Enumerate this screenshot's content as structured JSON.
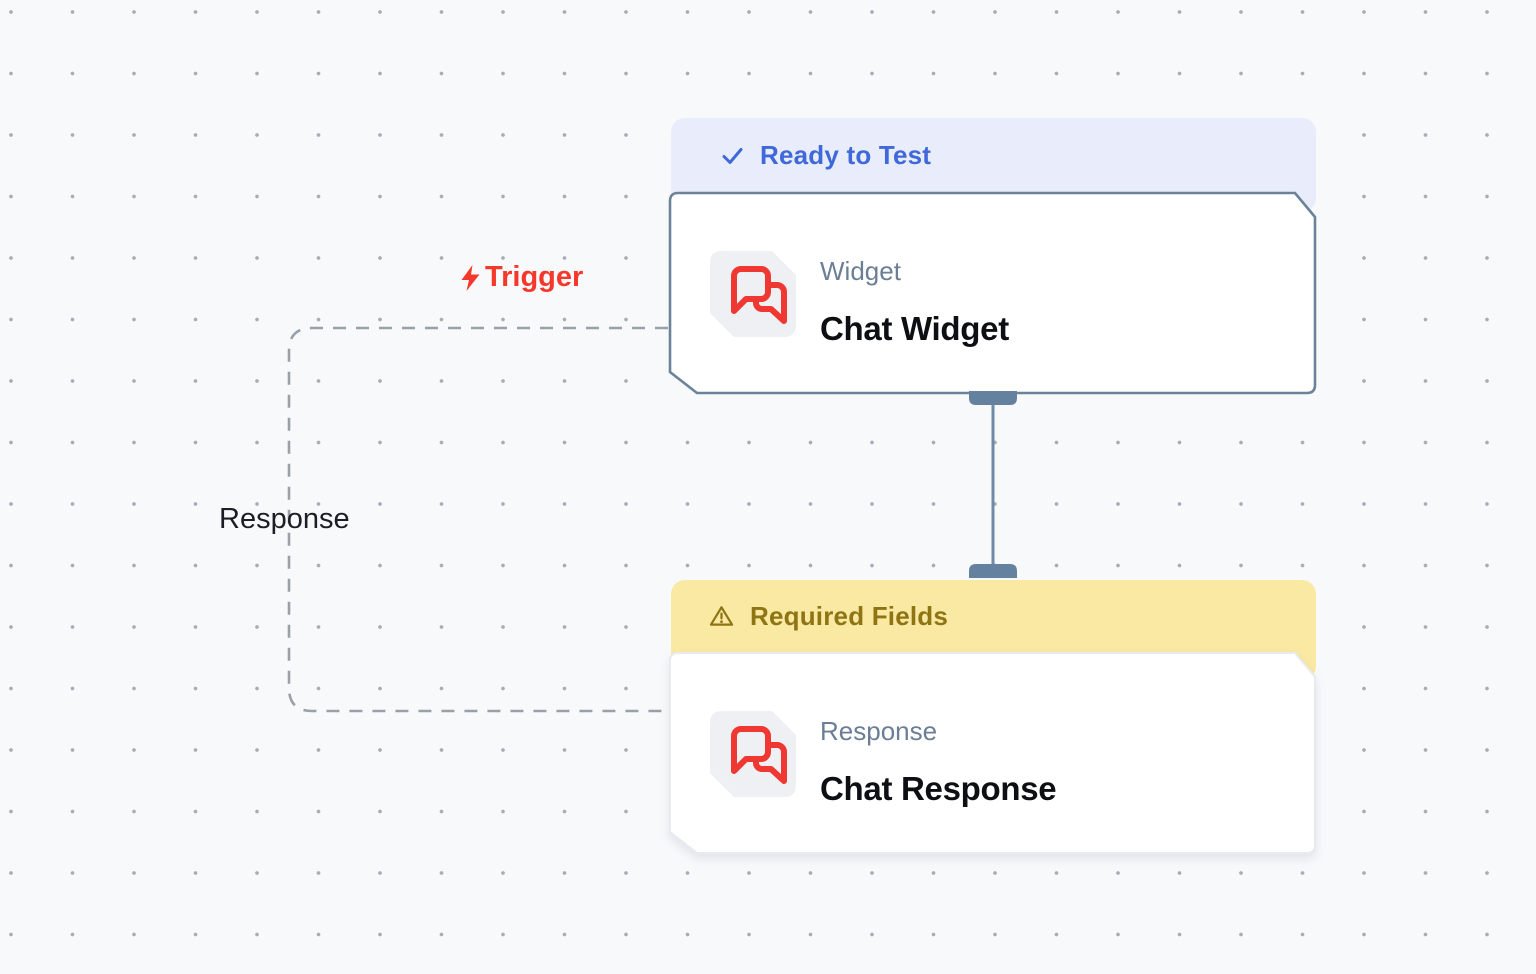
{
  "canvas": {
    "background": "#f8f9fb",
    "dot_color": "#a8adb5"
  },
  "edges": {
    "trigger": {
      "label": "Trigger",
      "color": "#f5382c",
      "icon": "lightning-bolt-icon"
    },
    "response": {
      "label": "Response",
      "color": "#1b1e24"
    },
    "dash_color": "#9aa0a8"
  },
  "connector": {
    "line_color": "#6e8ca8",
    "handle_color": "#64819f"
  },
  "nodes": [
    {
      "status": {
        "label": "Ready to Test",
        "icon": "check-icon",
        "background": "#e9edfb",
        "color": "#3f68d9"
      },
      "type_label": "Widget",
      "title": "Chat Widget",
      "icon": "chat-bubbles-icon",
      "icon_color": "#ee3831",
      "border_color": "#6b8299"
    },
    {
      "status": {
        "label": "Required Fields",
        "icon": "warning-icon",
        "background": "#fae9a2",
        "color": "#8f7414"
      },
      "type_label": "Response",
      "title": "Chat Response",
      "icon": "chat-bubbles-icon",
      "icon_color": "#ee3831",
      "border_color": "#e8eaee"
    }
  ]
}
